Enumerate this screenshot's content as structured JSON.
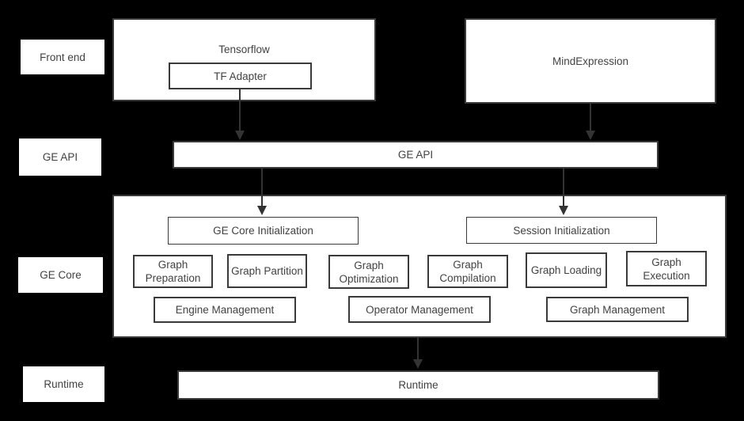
{
  "palette": {
    "background": "#000000",
    "box_fill": "#ffffff",
    "border": "#3a3a3a",
    "text": "#424242",
    "arrow": "#333333"
  },
  "side_labels": {
    "front_end": "Front end",
    "ge_api": "GE API",
    "ge_core": "GE Core",
    "runtime": "Runtime"
  },
  "front_end_row": {
    "tensorflow": {
      "title": "Tensorflow",
      "adapter": "TF Adapter"
    },
    "mind_expression": {
      "title": "MindExpression"
    }
  },
  "ge_api_row": {
    "bar_label": "GE API"
  },
  "ge_core": {
    "core_init": "GE Core Initialization",
    "session_init": "Session Initialization",
    "stages": [
      "Graph Preparation",
      "Graph Partition",
      "Graph Optimization",
      "Graph Compilation",
      "Graph Loading",
      "Graph Execution"
    ],
    "management": [
      "Engine Management",
      "Operator Management",
      "Graph Management"
    ]
  },
  "runtime_row": {
    "bar_label": "Runtime"
  }
}
